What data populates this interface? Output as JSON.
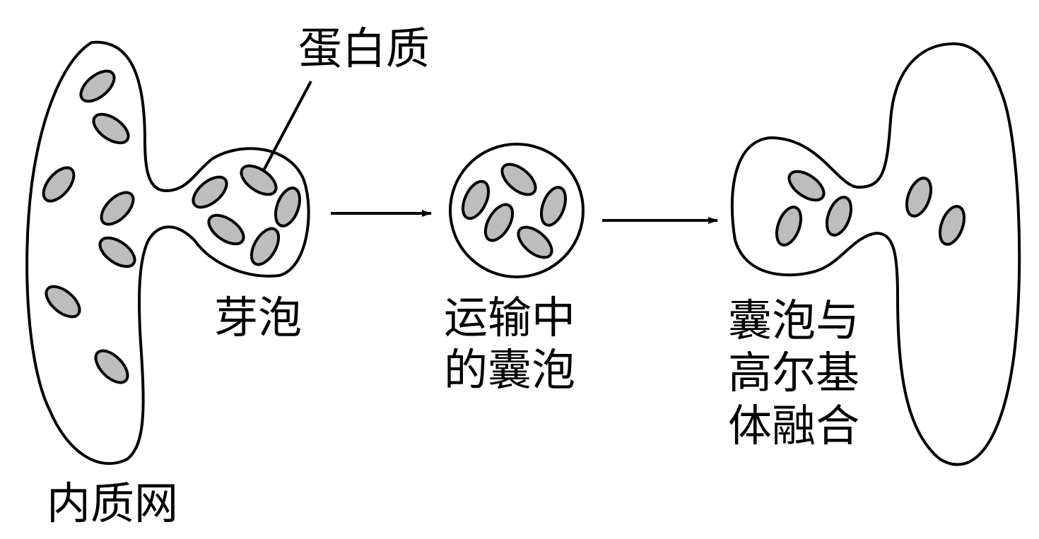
{
  "labels": {
    "protein": "蛋白质",
    "bud": "芽泡",
    "transport_vesicle": "运输中\n的囊泡",
    "fusion": "囊泡与\n高尔基\n体融合",
    "er": "内质网"
  },
  "colors": {
    "stroke": "#000000",
    "protein_fill": "#bdbdbd",
    "background": "#ffffff"
  }
}
